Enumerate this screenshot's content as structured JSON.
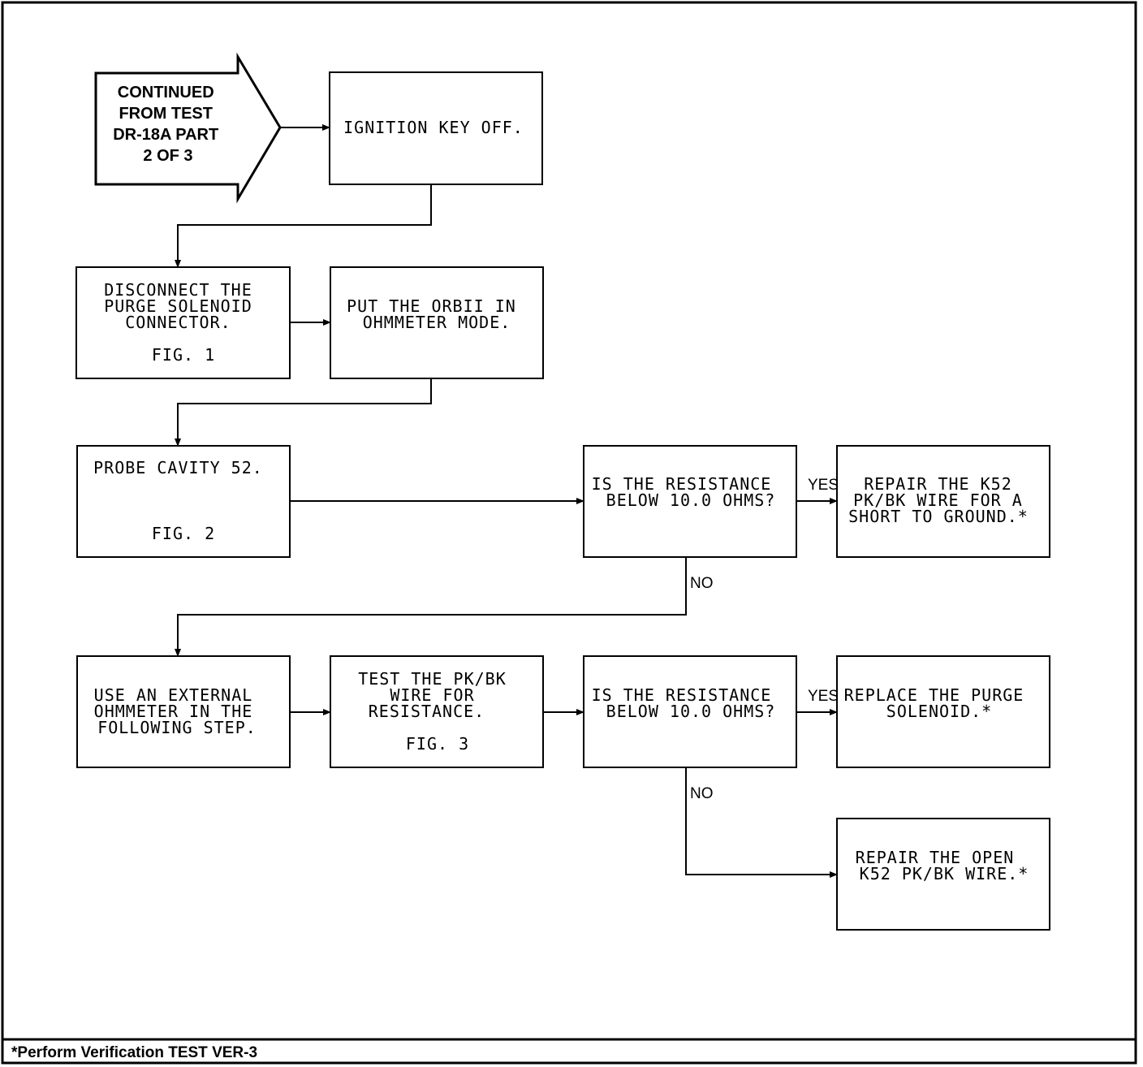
{
  "entry_arrow": {
    "lines": [
      "CONTINUED",
      "FROM TEST",
      "DR-18A PART",
      "2 OF 3"
    ]
  },
  "boxes": {
    "ignition": {
      "lines": [
        "IGNITION KEY OFF."
      ]
    },
    "disconnect": {
      "lines": [
        "DISCONNECT THE",
        "PURGE SOLENOID",
        "CONNECTOR.",
        "",
        "FIG. 1"
      ]
    },
    "ohmmeter_mode": {
      "lines": [
        "PUT THE ORBII IN",
        "OHMMETER MODE."
      ]
    },
    "probe": {
      "lines": [
        "PROBE CAVITY 52.",
        "",
        "",
        "",
        "FIG. 2"
      ]
    },
    "resistance_1": {
      "lines": [
        "IS THE RESISTANCE",
        "BELOW 10.0 OHMS?"
      ]
    },
    "repair_short": {
      "lines": [
        "REPAIR THE K52",
        "PK/BK WIRE FOR A",
        "SHORT TO GROUND.*"
      ]
    },
    "external": {
      "lines": [
        "USE AN EXTERNAL",
        "OHMMETER IN THE",
        "FOLLOWING STEP."
      ]
    },
    "test_wire": {
      "lines": [
        "TEST THE PK/BK",
        "WIRE FOR",
        "RESISTANCE.",
        "",
        "FIG. 3"
      ]
    },
    "resistance_2": {
      "lines": [
        "IS THE RESISTANCE",
        "BELOW 10.0 OHMS?"
      ]
    },
    "replace": {
      "lines": [
        "REPLACE THE PURGE",
        "SOLENOID.*"
      ]
    },
    "repair_open": {
      "lines": [
        "REPAIR THE OPEN",
        "K52 PK/BK WIRE.*"
      ]
    }
  },
  "labels": {
    "yes_1": "YES",
    "no_1": "NO",
    "yes_2": "YES",
    "no_2": "NO"
  },
  "footnote": "*Perform Verification TEST VER-3"
}
